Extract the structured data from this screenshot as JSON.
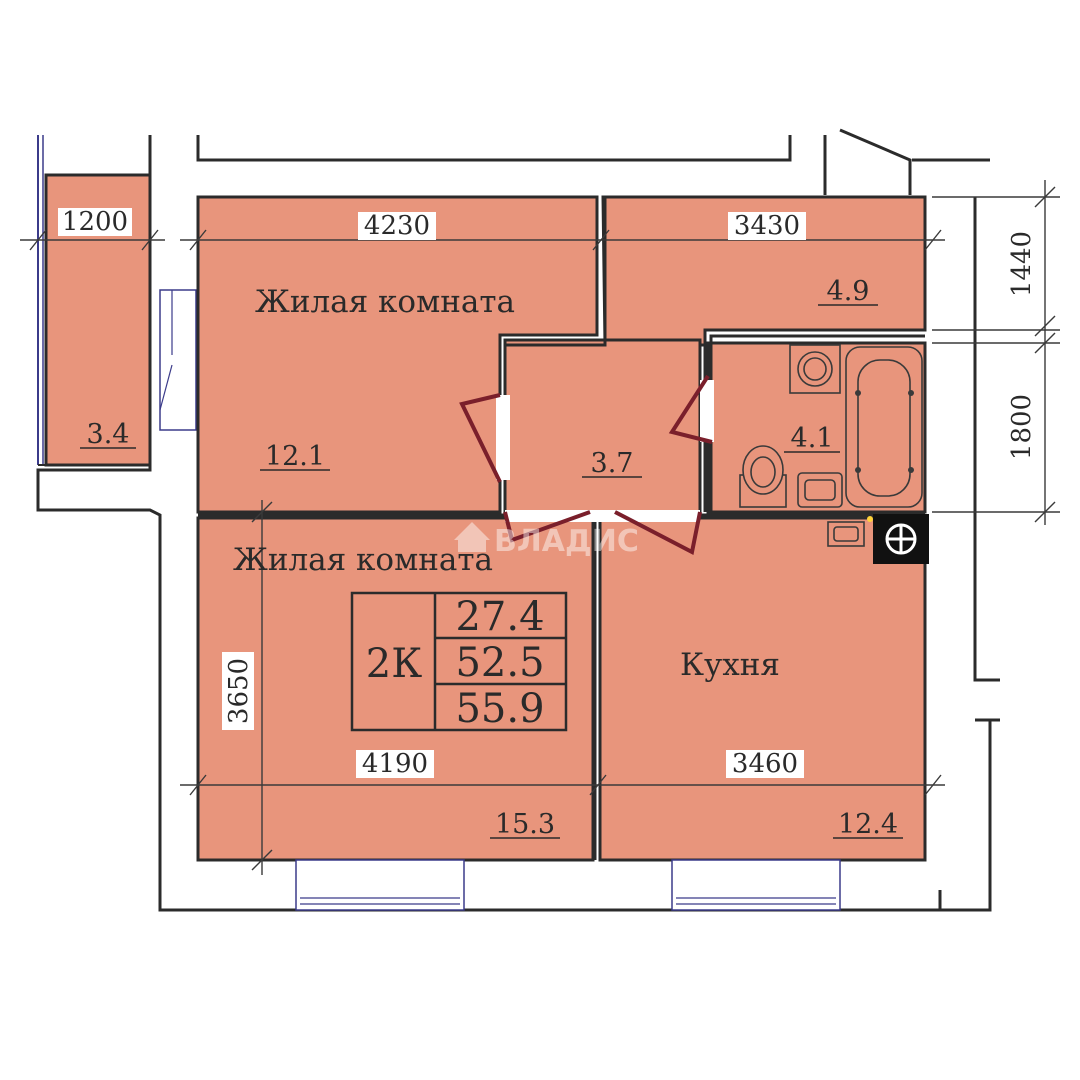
{
  "rooms": {
    "living1": {
      "label": "Жилая комната",
      "area": "12.1"
    },
    "living2": {
      "label": "Жилая комната",
      "area": "15.3"
    },
    "kitchen": {
      "label": "Кухня",
      "area": "12.4"
    },
    "hall": {
      "area": "4.9"
    },
    "corridor": {
      "area": "3.7"
    },
    "bathroom": {
      "area": "4.1"
    },
    "balcony": {
      "area": "3.4"
    }
  },
  "dimensions": {
    "balcony_width": "1200",
    "living1_width": "4230",
    "hall_width": "3430",
    "hall_depth": "1440",
    "bath_depth": "1800",
    "living2_depth": "3650",
    "living2_width": "4190",
    "kitchen_width": "3460"
  },
  "summary": {
    "type": "2К",
    "living_area": "27.4",
    "total_area": "52.5",
    "area_with_balcony": "55.9"
  },
  "watermark": "ВЛАДИС"
}
